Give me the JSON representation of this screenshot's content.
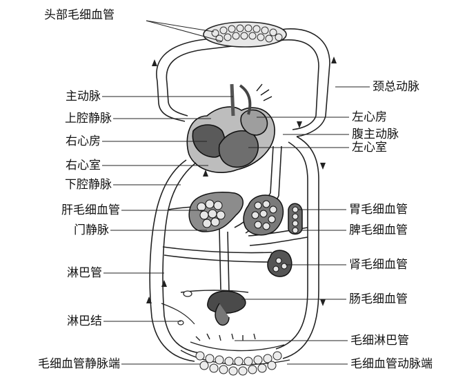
{
  "diagram": {
    "labels_left": [
      "主动脉",
      "上腔静脉",
      "右心房",
      "右心室",
      "下腔静脉",
      "肝毛细血管",
      "门静脉",
      "淋巴管",
      "淋巴结",
      "毛细血管静脉端"
    ],
    "labels_right": [
      "颈总动脉",
      "左心房",
      "腹主动脉",
      "左心室",
      "胃毛细血管",
      "脾毛细血管",
      "肾毛细血管",
      "肠毛细血管",
      "毛细淋巴管",
      "毛细血管动脉端"
    ],
    "label_top": "头部毛细血管"
  }
}
